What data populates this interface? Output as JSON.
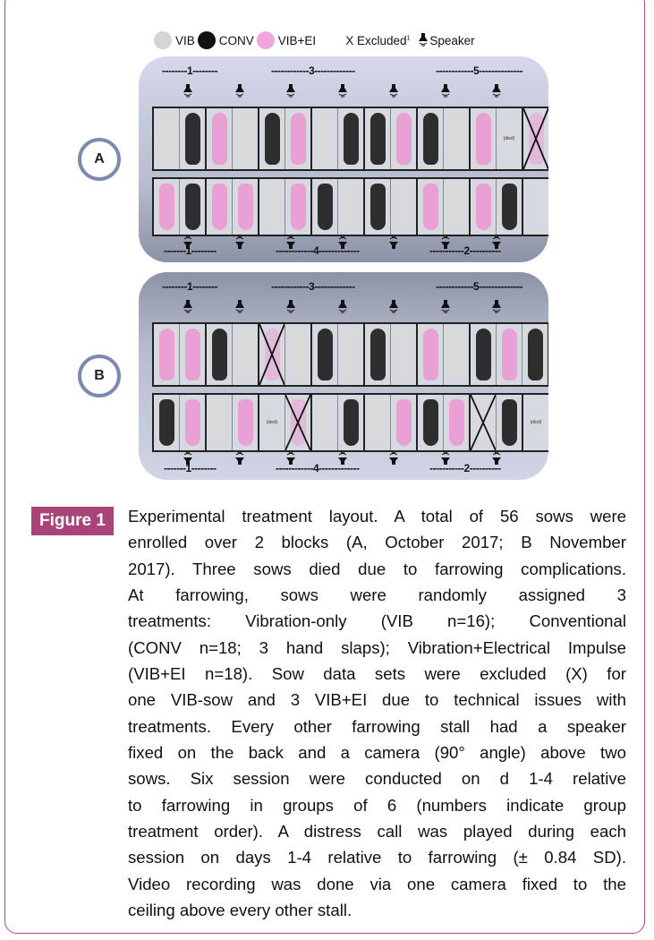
{
  "legend": {
    "items": [
      {
        "label": "VIB",
        "color": "#d4d4d4"
      },
      {
        "label": "CONV",
        "color": "#111111"
      },
      {
        "label": "VIB+EI",
        "color": "#f0a8dc"
      }
    ],
    "excluded_label": "X Excluded",
    "excluded_sup": "1",
    "speaker_label": "Speaker"
  },
  "treatment_colors": {
    "VIB": "#d9d9d9",
    "CONV": "#2e2e2e",
    "VIB+EI": "#e9a0d4"
  },
  "died_label": "(died)",
  "panels": [
    {
      "label": "A",
      "top_groups": [
        "--------1--------",
        "------------3-------------",
        "------------5--------------"
      ],
      "bottom_groups": [
        "-------1--------",
        "------------4-------------",
        "-----------2----------"
      ],
      "top_row": [
        {
          "cells": [
            "VIB",
            "CONV"
          ]
        },
        {
          "cells": [
            "VIB+EI",
            "VIB"
          ]
        },
        {
          "cells": [
            "CONV",
            "VIB+EI"
          ]
        },
        {
          "cells": [
            "VIB",
            "CONV"
          ]
        },
        {
          "cells": [
            "CONV",
            "VIB+EI"
          ]
        },
        {
          "cells": [
            "CONV",
            "VIB"
          ]
        },
        {
          "cells": [
            "VIB+EI",
            "died"
          ]
        },
        {
          "cells": [
            "VIB+EI"
          ],
          "excluded": [
            0
          ]
        }
      ],
      "bottom_row": [
        {
          "cells": [
            "VIB+EI",
            "CONV"
          ]
        },
        {
          "cells": [
            "VIB+EI",
            "VIB+EI"
          ]
        },
        {
          "cells": [
            "VIB",
            "VIB+EI"
          ]
        },
        {
          "cells": [
            "CONV",
            "VIB"
          ]
        },
        {
          "cells": [
            "CONV",
            "VIB"
          ]
        },
        {
          "cells": [
            "VIB+EI",
            "VIB"
          ]
        },
        {
          "cells": [
            "VIB+EI",
            "CONV"
          ]
        },
        {
          "cells": [
            "empty"
          ]
        }
      ]
    },
    {
      "label": "B",
      "top_groups": [
        "--------1--------",
        "------------3-------------",
        "------------5--------------"
      ],
      "bottom_groups": [
        "-------1--------",
        "------------4-------------",
        "-----------2----------"
      ],
      "top_row": [
        {
          "cells": [
            "VIB+EI",
            "VIB+EI"
          ]
        },
        {
          "cells": [
            "CONV",
            "VIB"
          ]
        },
        {
          "cells": [
            "VIB+EI",
            "VIB"
          ],
          "excluded": [
            0
          ]
        },
        {
          "cells": [
            "CONV",
            "VIB"
          ]
        },
        {
          "cells": [
            "CONV",
            "VIB"
          ]
        },
        {
          "cells": [
            "VIB+EI",
            "VIB"
          ]
        },
        {
          "cells": [
            "CONV",
            "VIB+EI",
            "CONV"
          ]
        }
      ],
      "bottom_row": [
        {
          "cells": [
            "CONV",
            "VIB+EI"
          ]
        },
        {
          "cells": [
            "VIB",
            "VIB+EI"
          ]
        },
        {
          "cells": [
            "died",
            "VIB+EI"
          ],
          "excluded": [
            1
          ]
        },
        {
          "cells": [
            "VIB",
            "CONV"
          ]
        },
        {
          "cells": [
            "VIB",
            "VIB+EI"
          ]
        },
        {
          "cells": [
            "CONV",
            "VIB+EI"
          ]
        },
        {
          "cells": [
            "VIB",
            "CONV"
          ],
          "excluded": [
            0
          ]
        },
        {
          "cells": [
            "died"
          ]
        }
      ]
    }
  ],
  "figure_label": "Figure 1",
  "caption_lines": [
    "Experimental treatment layout. A total of 56 sows were",
    "enrolled over 2 blocks (A, October 2017; B November",
    "2017). Three sows died due to farrowing complications.",
    "At farrowing, sows were randomly assigned 3",
    "treatments: Vibration-only (VIB n=16); Conventional",
    "(CONV n=18; 3 hand slaps); Vibration+Electrical Impulse",
    "(VIB+EI n=18). Sow data sets were excluded (X) for",
    "one VIB-sow and 3 VIB+EI due to technical issues with",
    "treatments. Every other farrowing stall had a speaker",
    "fixed on the back and a camera (90° angle) above two",
    "sows. Six session were conducted on d 1-4 relative",
    "to farrowing in groups of 6 (numbers indicate group",
    "treatment order). A distress call was played during each",
    "session on days 1-4 relative to farrowing (± 0.84 SD).",
    "Video recording was done via one camera fixed to the",
    "ceiling above every other stall."
  ]
}
